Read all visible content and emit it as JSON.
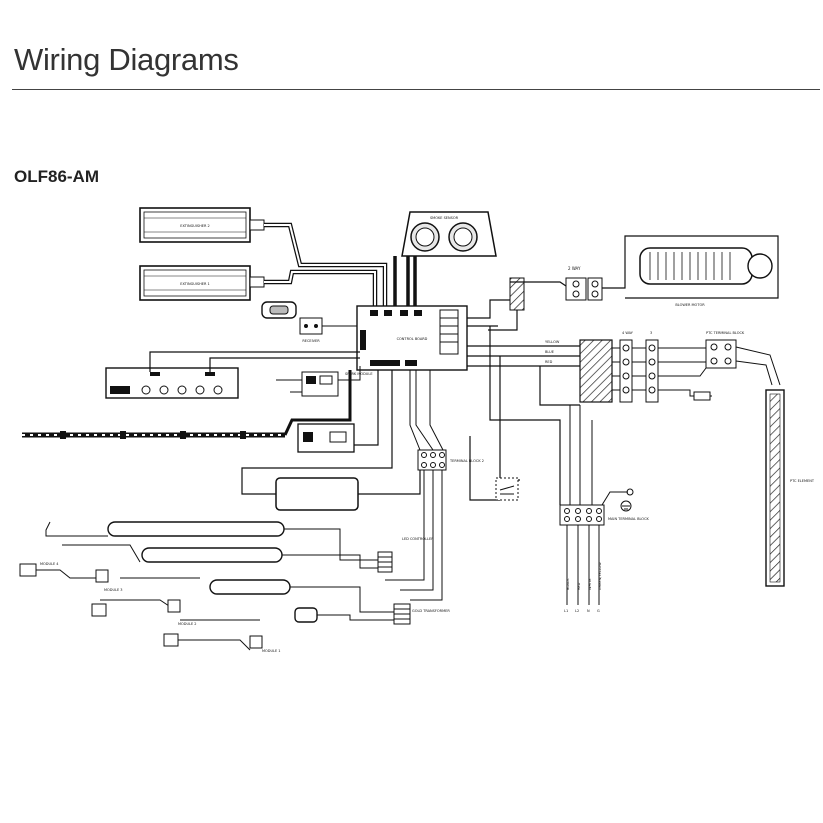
{
  "page": {
    "title": "Wiring Diagrams"
  },
  "diagram": {
    "model": "OLF86-AM",
    "labels": {
      "extinguisher_2": "EXTINGUISHER 2",
      "extinguisher_1": "EXTINGUISHER 1",
      "smoke_sensor": "SMOKE SENSOR",
      "control_board": "CONTROL BOARD",
      "receiver": "RECEIVER",
      "spark_module": "SPARK MODULE",
      "two_way": "2 WAY",
      "blower": "BLOWER MOTOR",
      "four_way": "4 WAY",
      "three_way": "3",
      "ptc_terminal_block": "PTC TERMINAL BLOCK",
      "ptc_element": "PTC ELEMENT",
      "yellow": "YELLOW",
      "blue": "BLUE",
      "red": "RED",
      "terminal_block_2": "TERMINAL BLOCK 2",
      "main_terminal_block": "MAIN TERMINAL BLOCK",
      "led_controller": "LED CONTROLLER",
      "gold_transformer": "GOLD TRANSFORMER",
      "module_4": "MODULE 4",
      "module_3": "MODULE 3",
      "module_2": "MODULE 2",
      "module_1": "MODULE 1",
      "wire_black": "BLACK",
      "wire_red": "RED",
      "wire_white": "WHITE",
      "wire_green_yellow": "GREEN/YELLOW",
      "term_l1": "L1",
      "term_l2": "L2",
      "term_n": "N",
      "term_g": "G"
    }
  }
}
